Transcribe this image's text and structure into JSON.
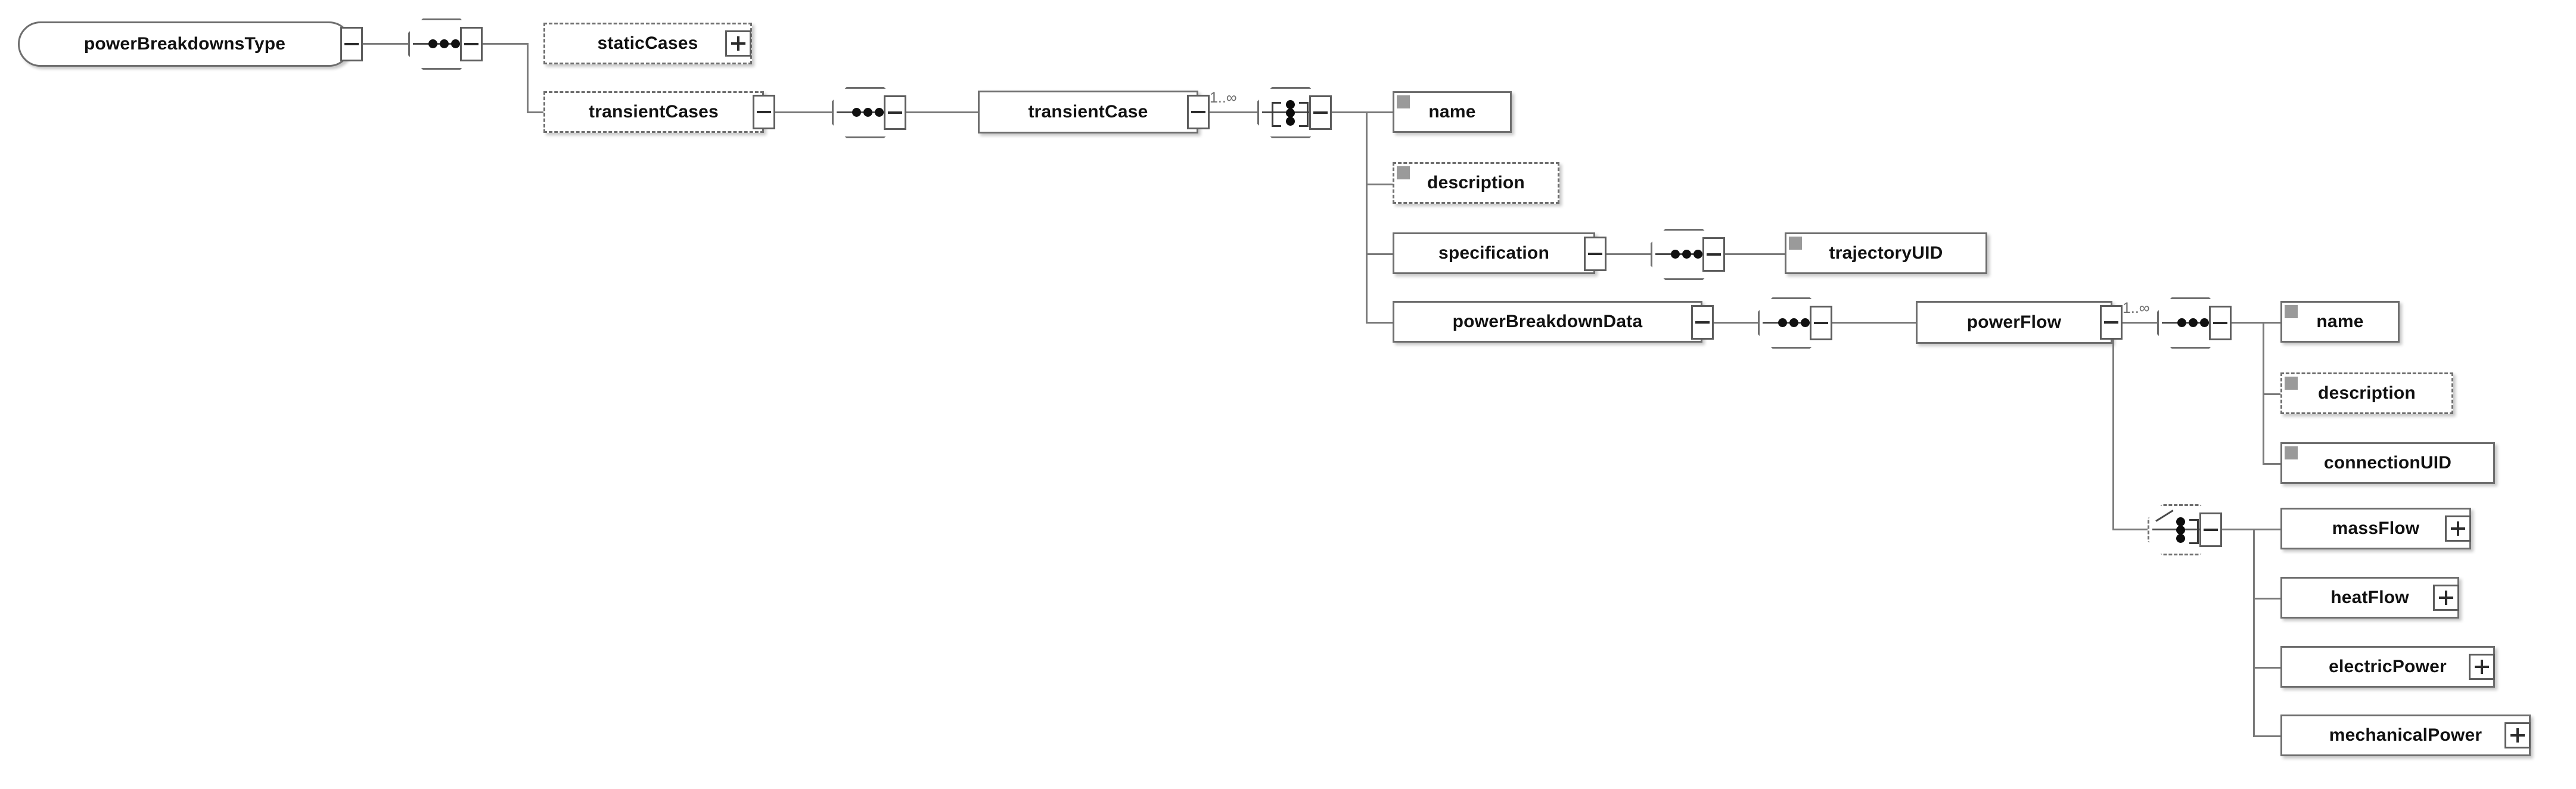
{
  "diagram": {
    "kind": "xml-schema-tree",
    "root": {
      "label": "powerBreakdownsType",
      "control": "minus"
    },
    "occurrence_labels": {
      "transient_case": "1..∞",
      "power_flow": "1..∞"
    },
    "nodes": {
      "static_cases": {
        "label": "staticCases",
        "optional": true,
        "control": "plus"
      },
      "transient_cases": {
        "label": "transientCases",
        "optional": true,
        "control": "minus"
      },
      "transient_case": {
        "label": "transientCase",
        "optional": false,
        "control": "minus"
      },
      "name_1": {
        "label": "name",
        "optional": false
      },
      "description_1": {
        "label": "description",
        "optional": true
      },
      "specification": {
        "label": "specification",
        "optional": false,
        "control": "minus"
      },
      "trajectory_uid": {
        "label": "trajectoryUID",
        "optional": false
      },
      "power_breakdown_data": {
        "label": "powerBreakdownData",
        "optional": false,
        "control": "minus"
      },
      "power_flow": {
        "label": "powerFlow",
        "optional": false,
        "control": "minus"
      },
      "name_2": {
        "label": "name",
        "optional": false
      },
      "description_2": {
        "label": "description",
        "optional": true
      },
      "connection_uid": {
        "label": "connectionUID",
        "optional": false
      },
      "mass_flow": {
        "label": "massFlow",
        "optional": false,
        "control": "plus"
      },
      "heat_flow": {
        "label": "heatFlow",
        "optional": false,
        "control": "plus"
      },
      "electric_power": {
        "label": "electricPower",
        "optional": false,
        "control": "plus"
      },
      "mechanical_power": {
        "label": "mechanicalPower",
        "optional": false,
        "control": "plus"
      }
    },
    "compositors": {
      "root_sequence": {
        "type": "sequence",
        "control": "minus"
      },
      "transient_cases_sequence": {
        "type": "sequence",
        "control": "minus"
      },
      "transient_case_all": {
        "type": "all",
        "control": "minus"
      },
      "specification_sequence": {
        "type": "sequence",
        "control": "minus"
      },
      "power_breakdown_sequence": {
        "type": "sequence",
        "control": "minus"
      },
      "power_flow_sequence": {
        "type": "sequence",
        "control": "minus"
      },
      "power_flow_choice": {
        "type": "choice",
        "control": "minus"
      }
    },
    "colors": {
      "background": "#ffffff",
      "node_border": "#6e6e6e",
      "line": "#7a7a7a",
      "text": "#111111",
      "marker": "#9a9a9a",
      "occurrence_text": "#6b6b6b"
    }
  }
}
